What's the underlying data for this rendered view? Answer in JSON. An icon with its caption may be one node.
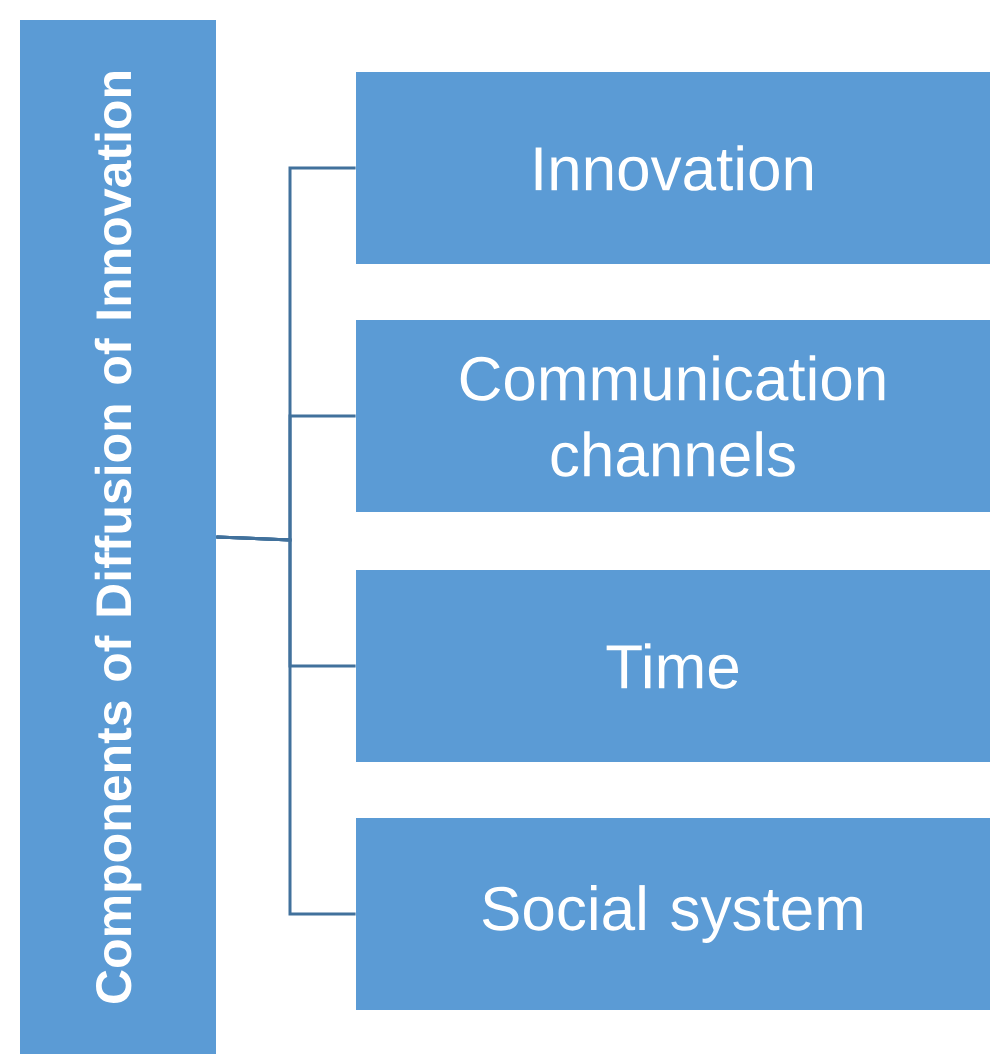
{
  "diagram": {
    "nodes": [
      {
        "text": [
          "Components of Diffusion of Innovation"
        ]
      },
      {
        "text": [
          "Innovation"
        ]
      },
      {
        "text": [
          "Communication channels"
        ]
      },
      {
        "text": [
          "Time"
        ]
      },
      {
        "text": [
          "Social system"
        ]
      }
    ],
    "edges": [
      {
        "from": 0,
        "to": 1,
        "arrow": "none"
      },
      {
        "from": 0,
        "to": 2,
        "arrow": "none"
      },
      {
        "from": 0,
        "to": 3,
        "arrow": "none"
      },
      {
        "from": 0,
        "to": 4,
        "arrow": "none"
      }
    ]
  }
}
